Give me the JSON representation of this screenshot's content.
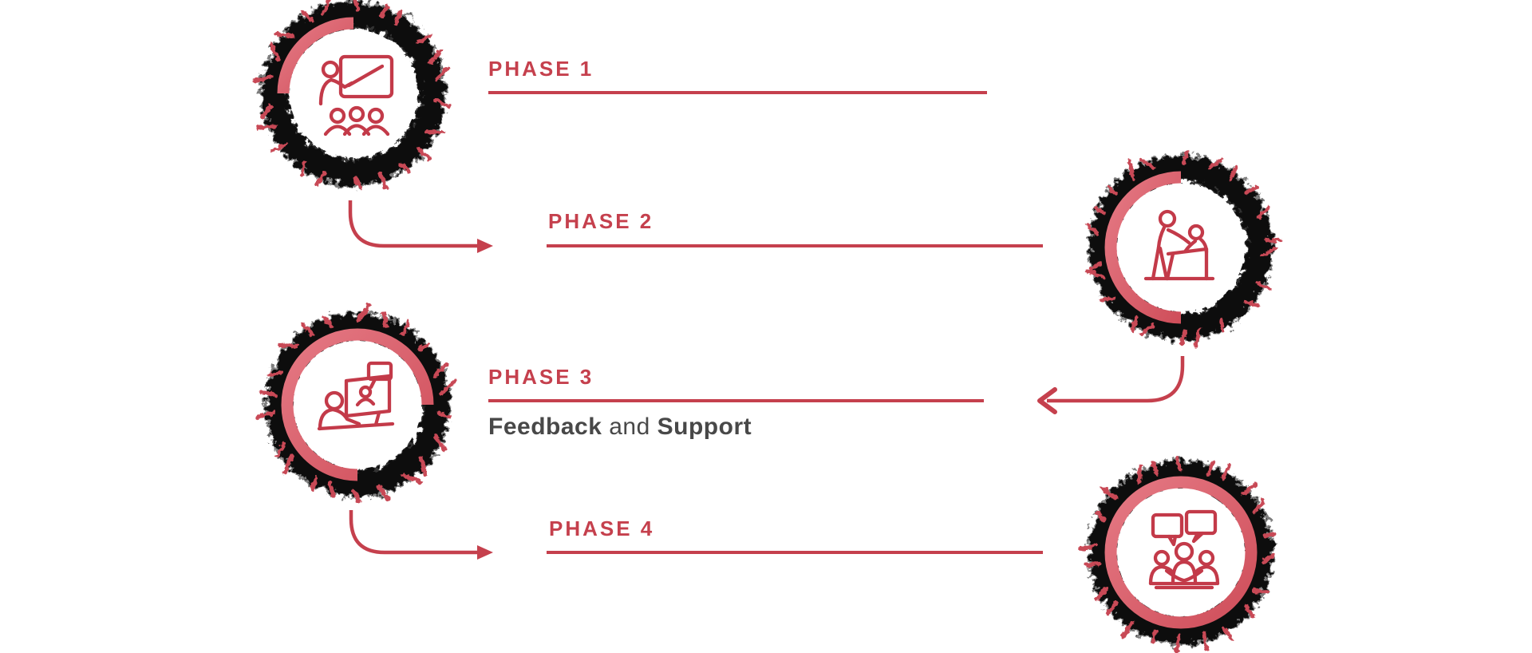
{
  "palette": {
    "red": "#c5404d",
    "arc_red": "#cf4e5a",
    "arc_red_light": "#e57984",
    "tick_red": "#c84a56",
    "icon_red": "#c33a49",
    "grunge_black": "#0d0d0d",
    "caption_gray": "#484848",
    "background": "#ffffff"
  },
  "phases": [
    {
      "label": "PHASE 1",
      "progress_fraction": 0.25,
      "arc_start_deg": 0,
      "icon": "classroom-training-icon"
    },
    {
      "label": "PHASE 2",
      "progress_fraction": 0.5,
      "arc_start_deg": 0,
      "icon": "one-on-one-coaching-icon"
    },
    {
      "label": "PHASE 3",
      "progress_fraction": 0.75,
      "arc_start_deg": 90,
      "icon": "virtual-meeting-icon",
      "caption_parts": [
        {
          "text": "Feedback"
        },
        {
          "text": " and "
        },
        {
          "text": "Support"
        }
      ]
    },
    {
      "label": "PHASE 4",
      "progress_fraction": 1,
      "arc_start_deg": 0,
      "icon": "group-discussion-icon"
    }
  ]
}
